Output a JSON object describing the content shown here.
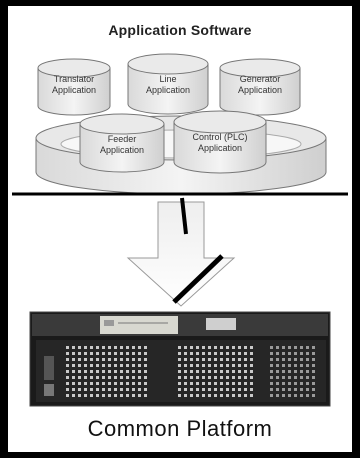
{
  "header": {
    "title": "Application Software"
  },
  "applications": [
    {
      "label": "Translator\nApplication"
    },
    {
      "label": "Line\nApplication"
    },
    {
      "label": "Generator\nApplication"
    },
    {
      "label": "Feeder\nApplication"
    },
    {
      "label": "Control (PLC)\nApplication"
    }
  ],
  "footer": {
    "title": "Common Platform"
  }
}
